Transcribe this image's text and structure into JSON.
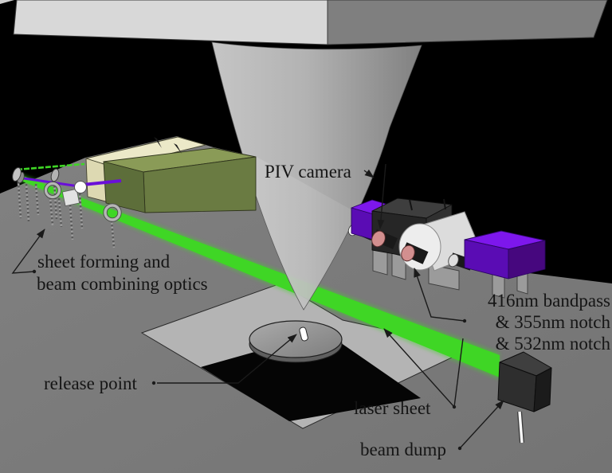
{
  "labels": {
    "piv_camera": "PIV camera",
    "optics_line1": "sheet forming and",
    "optics_line2": "beam combining optics",
    "release_point": "release point",
    "laser_sheet": "laser sheet",
    "beam_dump": "beam dump",
    "filters_line1": "416nm bandpass",
    "filters_line2": "& 355nm notch",
    "filters_line3": "& 532nm notch"
  },
  "colors": {
    "background": "#000000",
    "floor": "#7b7b7b",
    "plate": "#b4b4b4",
    "shadow_black": "#050505",
    "cone_light": "#d2d2d2",
    "cone_dark": "#8a8a8a",
    "ceiling_left": "#d8d8d8",
    "ceiling_right": "#7f7f7f",
    "laser_housing_cream": "#ece9c8",
    "laser_housing_olive": "#6a7b42",
    "laser_green": "#3fd625",
    "laser_purple": "#6a0fd8",
    "camera_purple": "#7d17ec",
    "camera_purple_dark": "#5a0cb4",
    "camera_dark": "#262626",
    "camera_white": "#ededed",
    "lens_black": "#191919",
    "filter_pink": "#d28f8f",
    "beam_dump_dark": "#2e2e2e",
    "annotation": "#1a1a1a"
  }
}
